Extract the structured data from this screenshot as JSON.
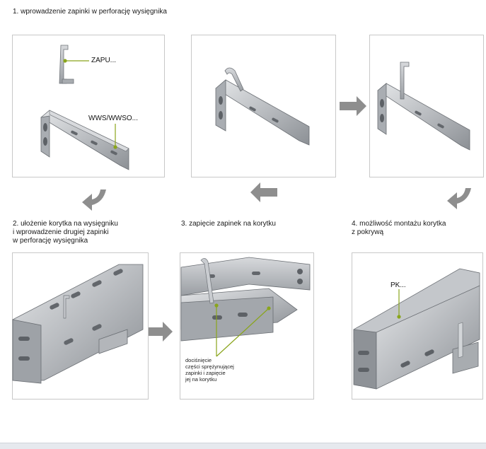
{
  "steps": {
    "step1": "1. wprowadzenie zapinki w perforację wysięgnika",
    "step2": "2. ułożenie korytka na wysięgniku\ni wprowadzenie drugiej zapinki\nw perforację wysięgnika",
    "step3": "3. zapięcie zapinek na korytku",
    "step4": "4. możliwość montażu korytka\n   z pokrywą"
  },
  "labels": {
    "clip": "ZAPU...",
    "bracket": "WWS/WWSO...",
    "cover": "PK...",
    "press_note": "dociśnięcie\nczęści sprężynującej\nzapinki i zapięcie\njej na korytku"
  },
  "colors": {
    "accent": "#8aa51c",
    "arrow": "#8e8e8e",
    "frame": "#c8c8c8"
  }
}
